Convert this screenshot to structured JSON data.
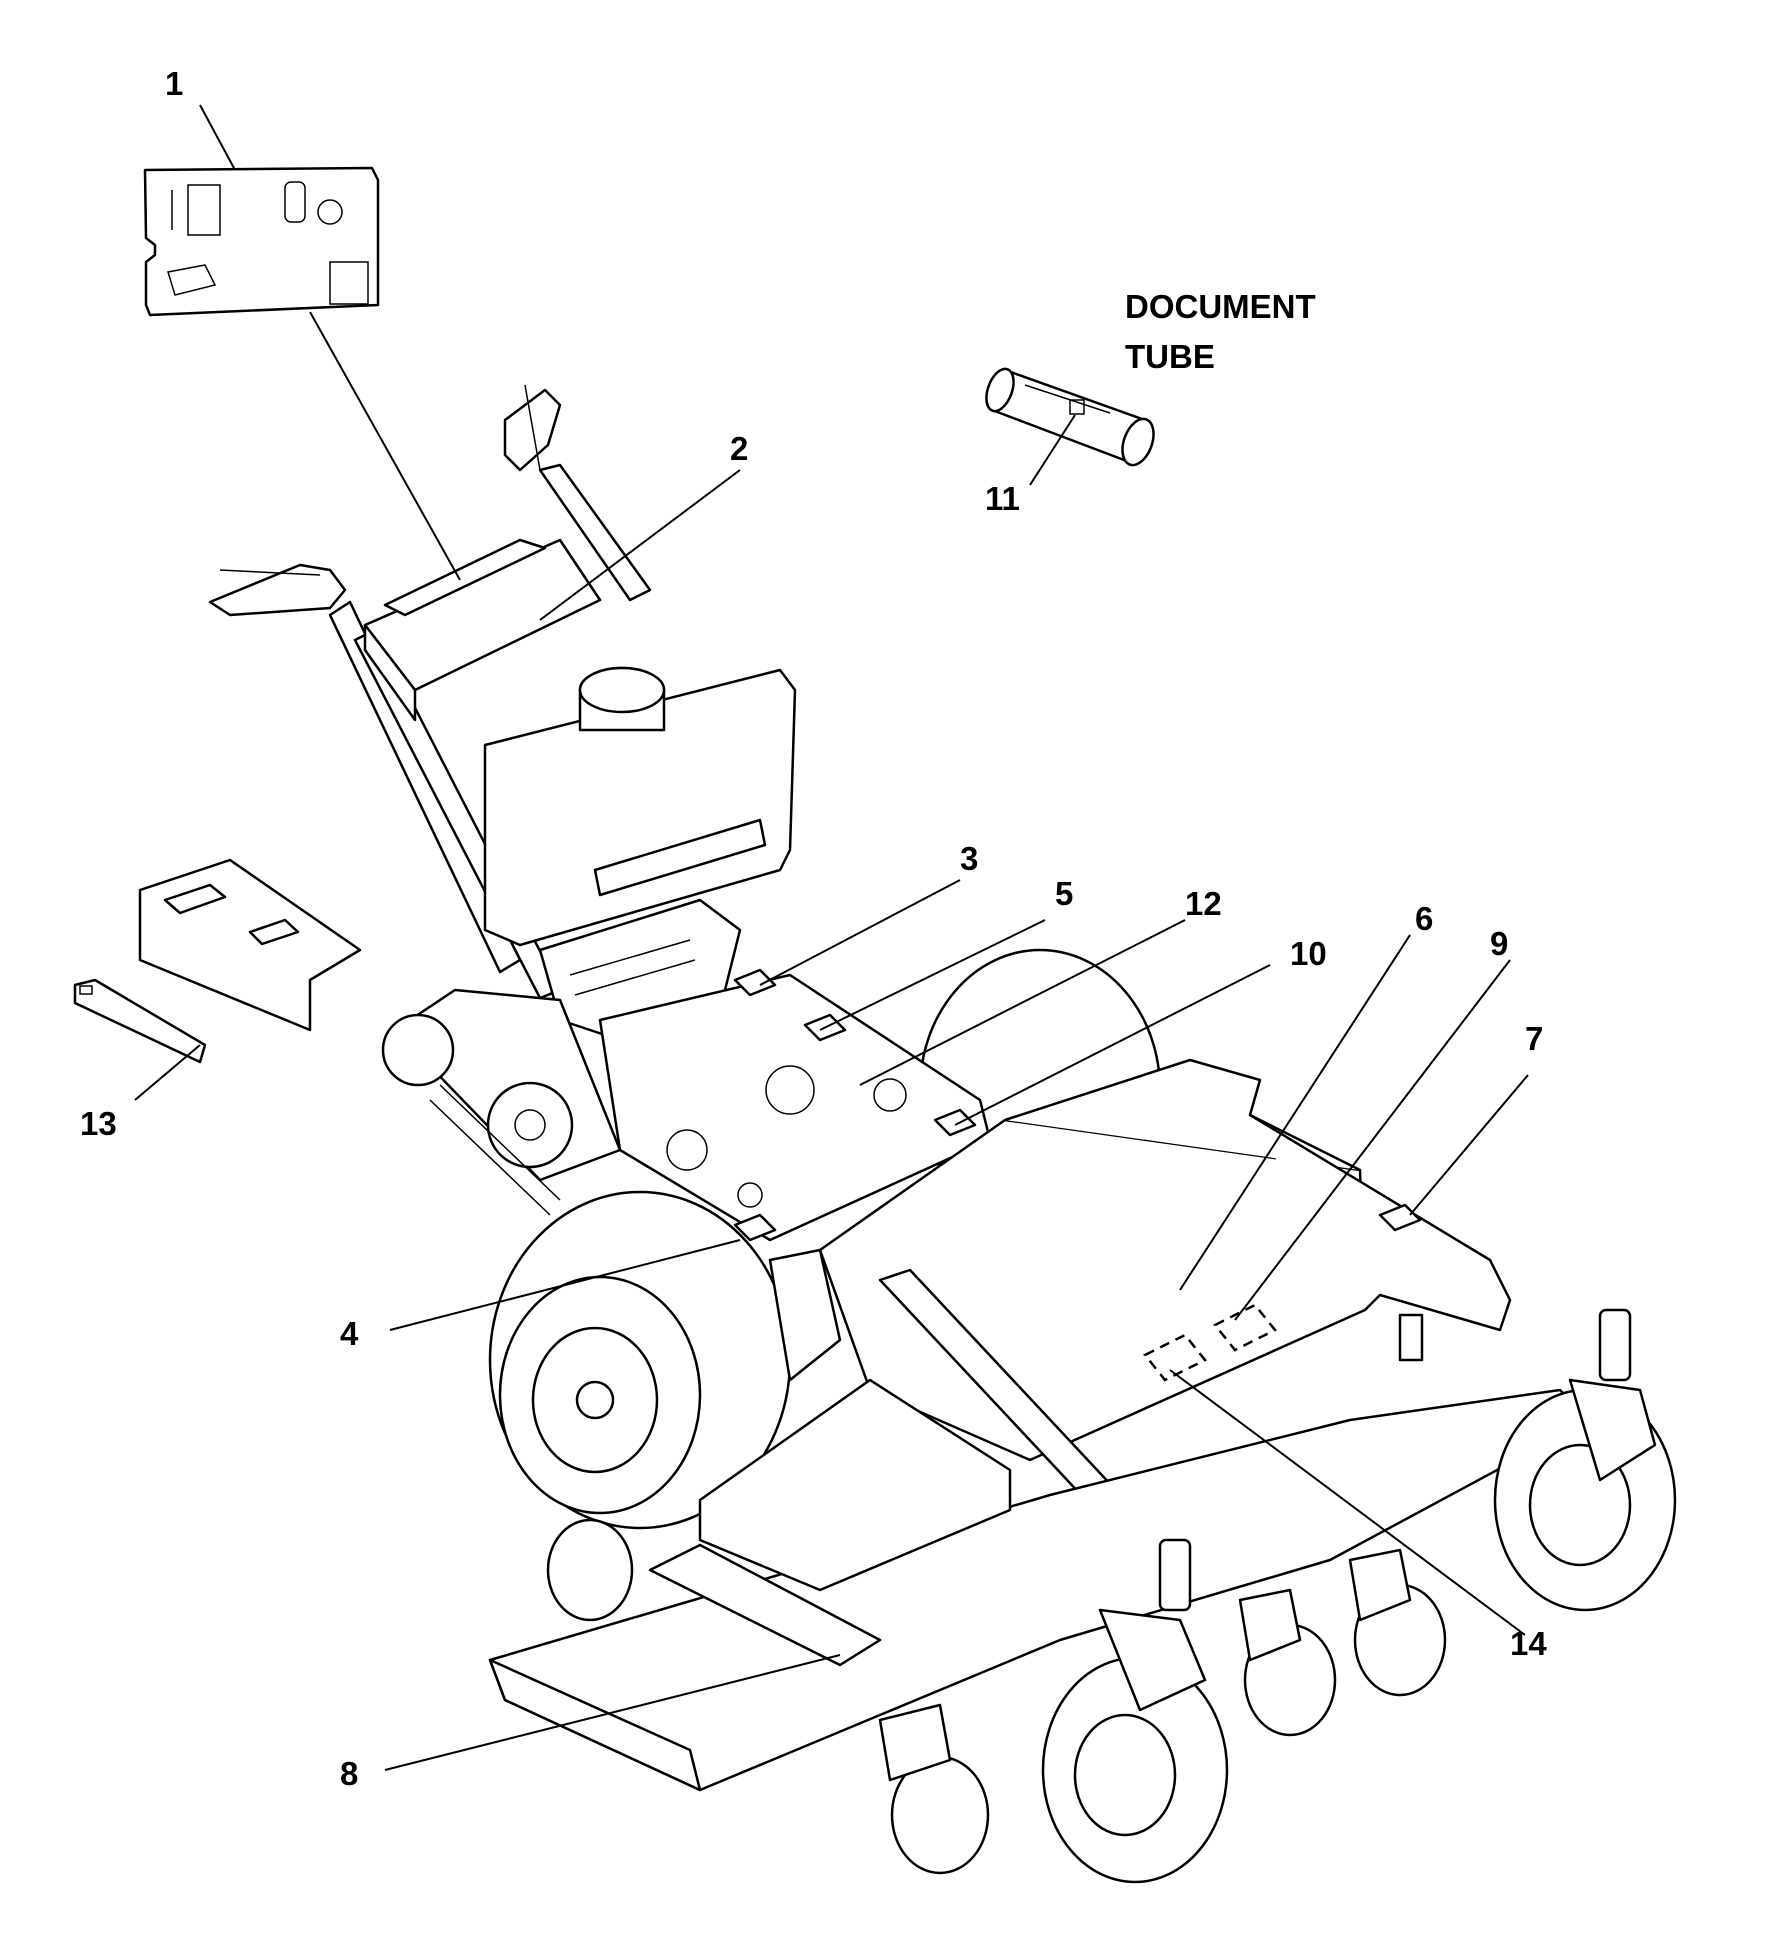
{
  "document_tube": {
    "line1": "DOCUMENT",
    "line2": "TUBE"
  },
  "callouts": [
    {
      "id": "c1",
      "text": "1"
    },
    {
      "id": "c2",
      "text": "2"
    },
    {
      "id": "c3",
      "text": "3"
    },
    {
      "id": "c4",
      "text": "4"
    },
    {
      "id": "c5",
      "text": "5"
    },
    {
      "id": "c6",
      "text": "6"
    },
    {
      "id": "c7",
      "text": "7"
    },
    {
      "id": "c8",
      "text": "8"
    },
    {
      "id": "c9",
      "text": "9"
    },
    {
      "id": "c10",
      "text": "10"
    },
    {
      "id": "c11",
      "text": "11"
    },
    {
      "id": "c12",
      "text": "12"
    },
    {
      "id": "c13",
      "text": "13"
    },
    {
      "id": "c14",
      "text": "14"
    }
  ]
}
